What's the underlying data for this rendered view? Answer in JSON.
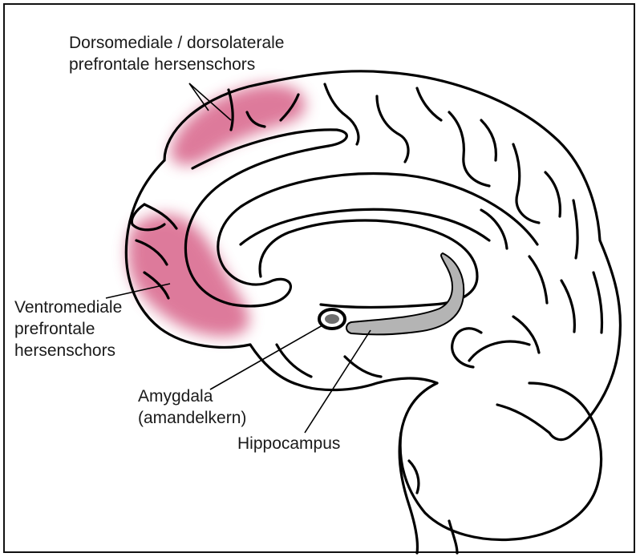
{
  "labels": {
    "dorsal_pfc": [
      "Dorsomediale / dorsolaterale",
      "prefrontale hersenschors"
    ],
    "ventromedial_pfc": [
      "Ventromediale",
      "prefrontale",
      "hersenschors"
    ],
    "amygdala": [
      "Amygdala",
      "(amandelkern)"
    ],
    "hippocampus": [
      "Hippocampus"
    ]
  },
  "colors": {
    "highlight": "#d4557f",
    "hippocampus_fill": "#b4b4b4",
    "outline": "#000000",
    "amygdala_fill": "#6e6e6e"
  }
}
